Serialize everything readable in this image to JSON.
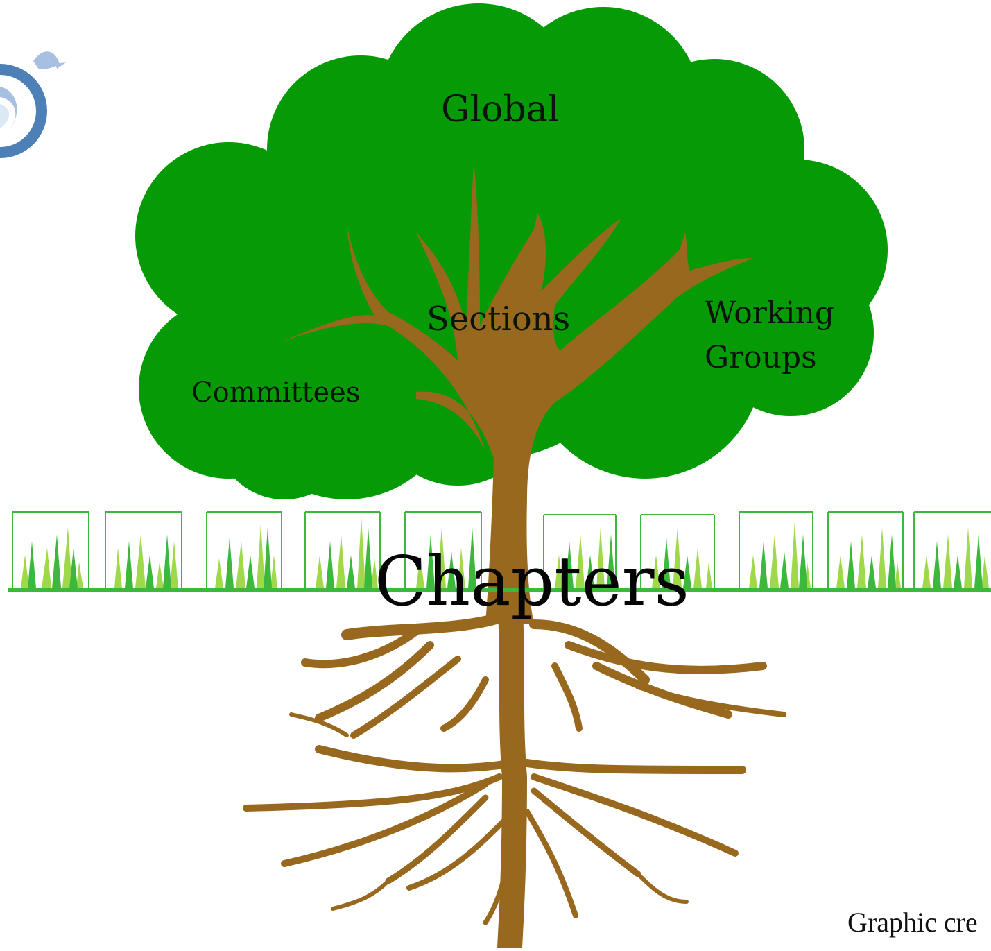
{
  "labels": {
    "global": "Global",
    "sections": "Sections",
    "working_groups_line1": "Working",
    "working_groups_line2": "Groups",
    "committees": "Committees",
    "chapters": "Chapters"
  },
  "credit": "Graphic cre",
  "colors": {
    "canopy": "#069b06",
    "trunk": "#98681e",
    "grass_dark": "#3cb83c",
    "grass_light": "#9fd84a",
    "logo_ring": "#4e80b8",
    "logo_bird": "#a7bfe0"
  }
}
